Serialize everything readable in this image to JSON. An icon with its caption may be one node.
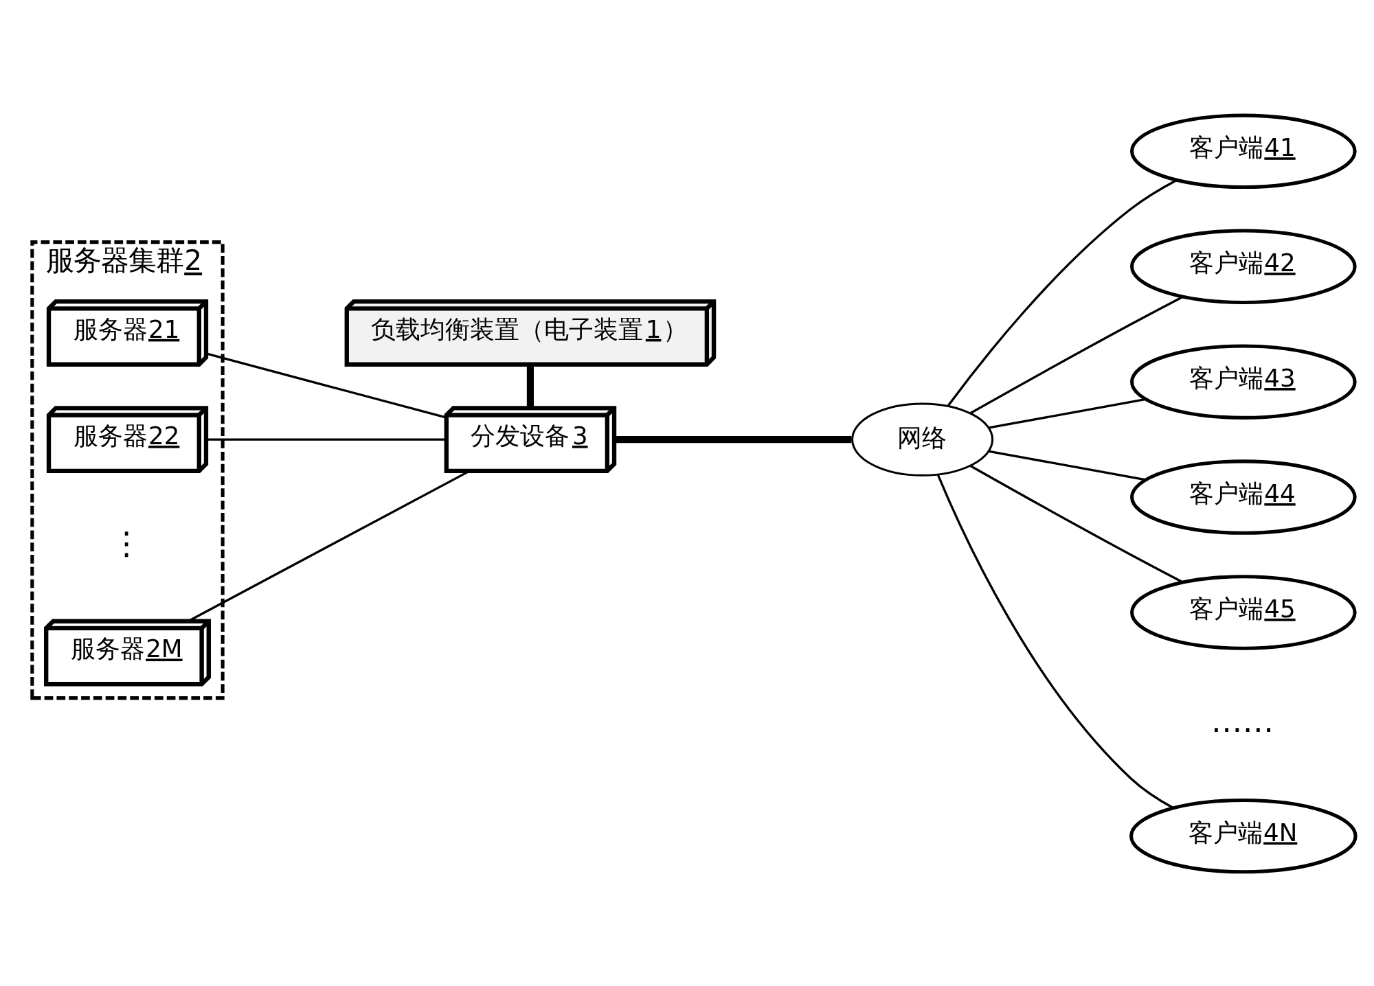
{
  "diagram": {
    "nodes": [
      {
        "text": [
          "服务器集群2"
        ]
      },
      {
        "text": [
          "服务器21"
        ],
        "in": 0
      },
      {
        "text": [
          "服务器22"
        ],
        "in": 0
      },
      {
        "text": [
          "服务器2M"
        ],
        "in": 0
      },
      {
        "text": [
          "负载均衡装置（电子装置1）"
        ]
      },
      {
        "text": [
          "分发设备3"
        ]
      },
      {
        "text": [
          "网络"
        ]
      },
      {
        "text": [
          "客户端41"
        ]
      },
      {
        "text": [
          "客户端42"
        ]
      },
      {
        "text": [
          "客户端43"
        ]
      },
      {
        "text": [
          "客户端44"
        ]
      },
      {
        "text": [
          "客户端45"
        ]
      },
      {
        "text": [
          "客户端4N"
        ]
      }
    ],
    "edges": [
      {
        "from": 1,
        "to": 5,
        "arrow": "none"
      },
      {
        "from": 2,
        "to": 5,
        "arrow": "none"
      },
      {
        "from": 3,
        "to": 5,
        "arrow": "none"
      },
      {
        "from": 4,
        "to": 5,
        "arrow": "none",
        "style": "thick"
      },
      {
        "from": 5,
        "to": 6,
        "arrow": "none",
        "style": "thick"
      },
      {
        "from": 6,
        "to": 7,
        "arrow": "none"
      },
      {
        "from": 6,
        "to": 8,
        "arrow": "none"
      },
      {
        "from": 6,
        "to": 9,
        "arrow": "none"
      },
      {
        "from": 6,
        "to": 10,
        "arrow": "none"
      },
      {
        "from": 6,
        "to": 11,
        "arrow": "none"
      },
      {
        "from": 6,
        "to": 12,
        "arrow": "none"
      }
    ],
    "labels": [
      "⋮",
      "……"
    ]
  }
}
